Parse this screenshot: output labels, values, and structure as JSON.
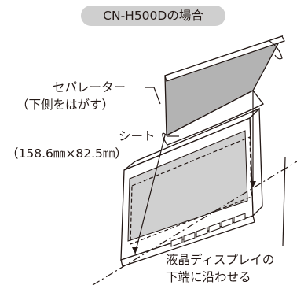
{
  "title": "CN-H500Dの場合",
  "labels": {
    "separator_line1": "セパレーター",
    "separator_line2": "（下側をはがす）",
    "sheet_line1": "シート",
    "sheet_line2": "（158.6㎜×82.5㎜）",
    "align_line1": "液晶ディスプレイの",
    "align_line2": "下端に沿わせる"
  }
}
